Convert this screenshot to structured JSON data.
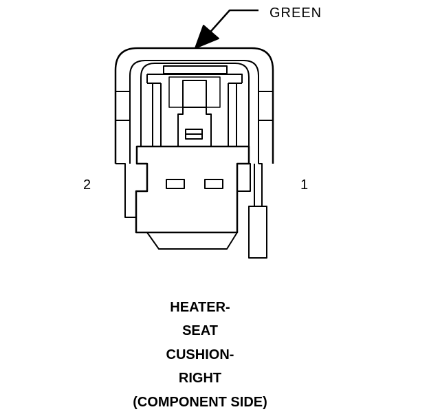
{
  "diagram": {
    "wire_color_label": "GREEN",
    "pin_left": "2",
    "pin_right": "1",
    "caption_lines": [
      "HEATER-",
      "SEAT",
      "CUSHION-",
      "RIGHT",
      "(COMPONENT SIDE)"
    ],
    "colors": {
      "stroke": "#000000",
      "background": "#ffffff"
    }
  }
}
